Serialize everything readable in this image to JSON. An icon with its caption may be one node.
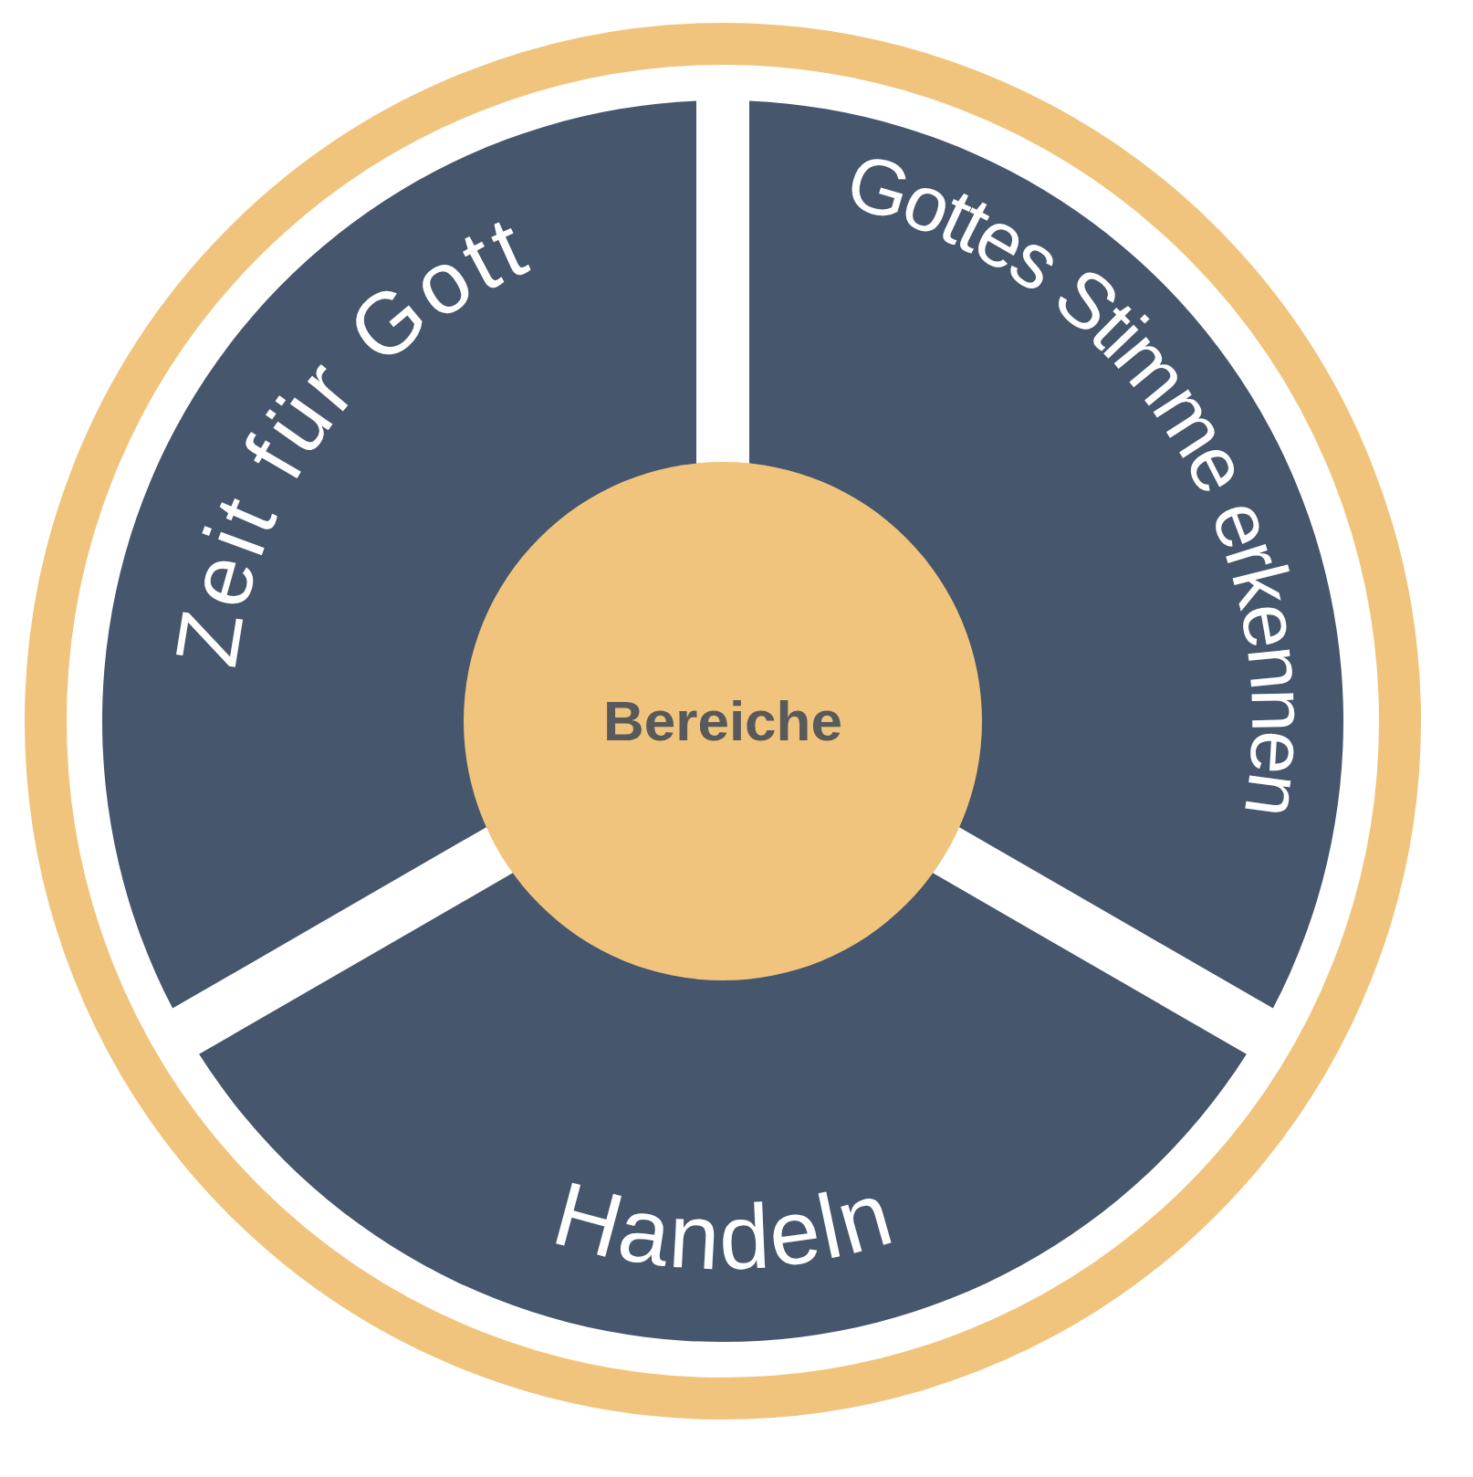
{
  "diagram": {
    "nodes": [
      {
        "text": [
          "Zeit für Gott"
        ]
      },
      {
        "text": [
          "Gottes Stimme erkennen"
        ]
      },
      {
        "text": [
          "Handeln"
        ]
      },
      {
        "text": [
          "Bereiche"
        ]
      }
    ]
  }
}
